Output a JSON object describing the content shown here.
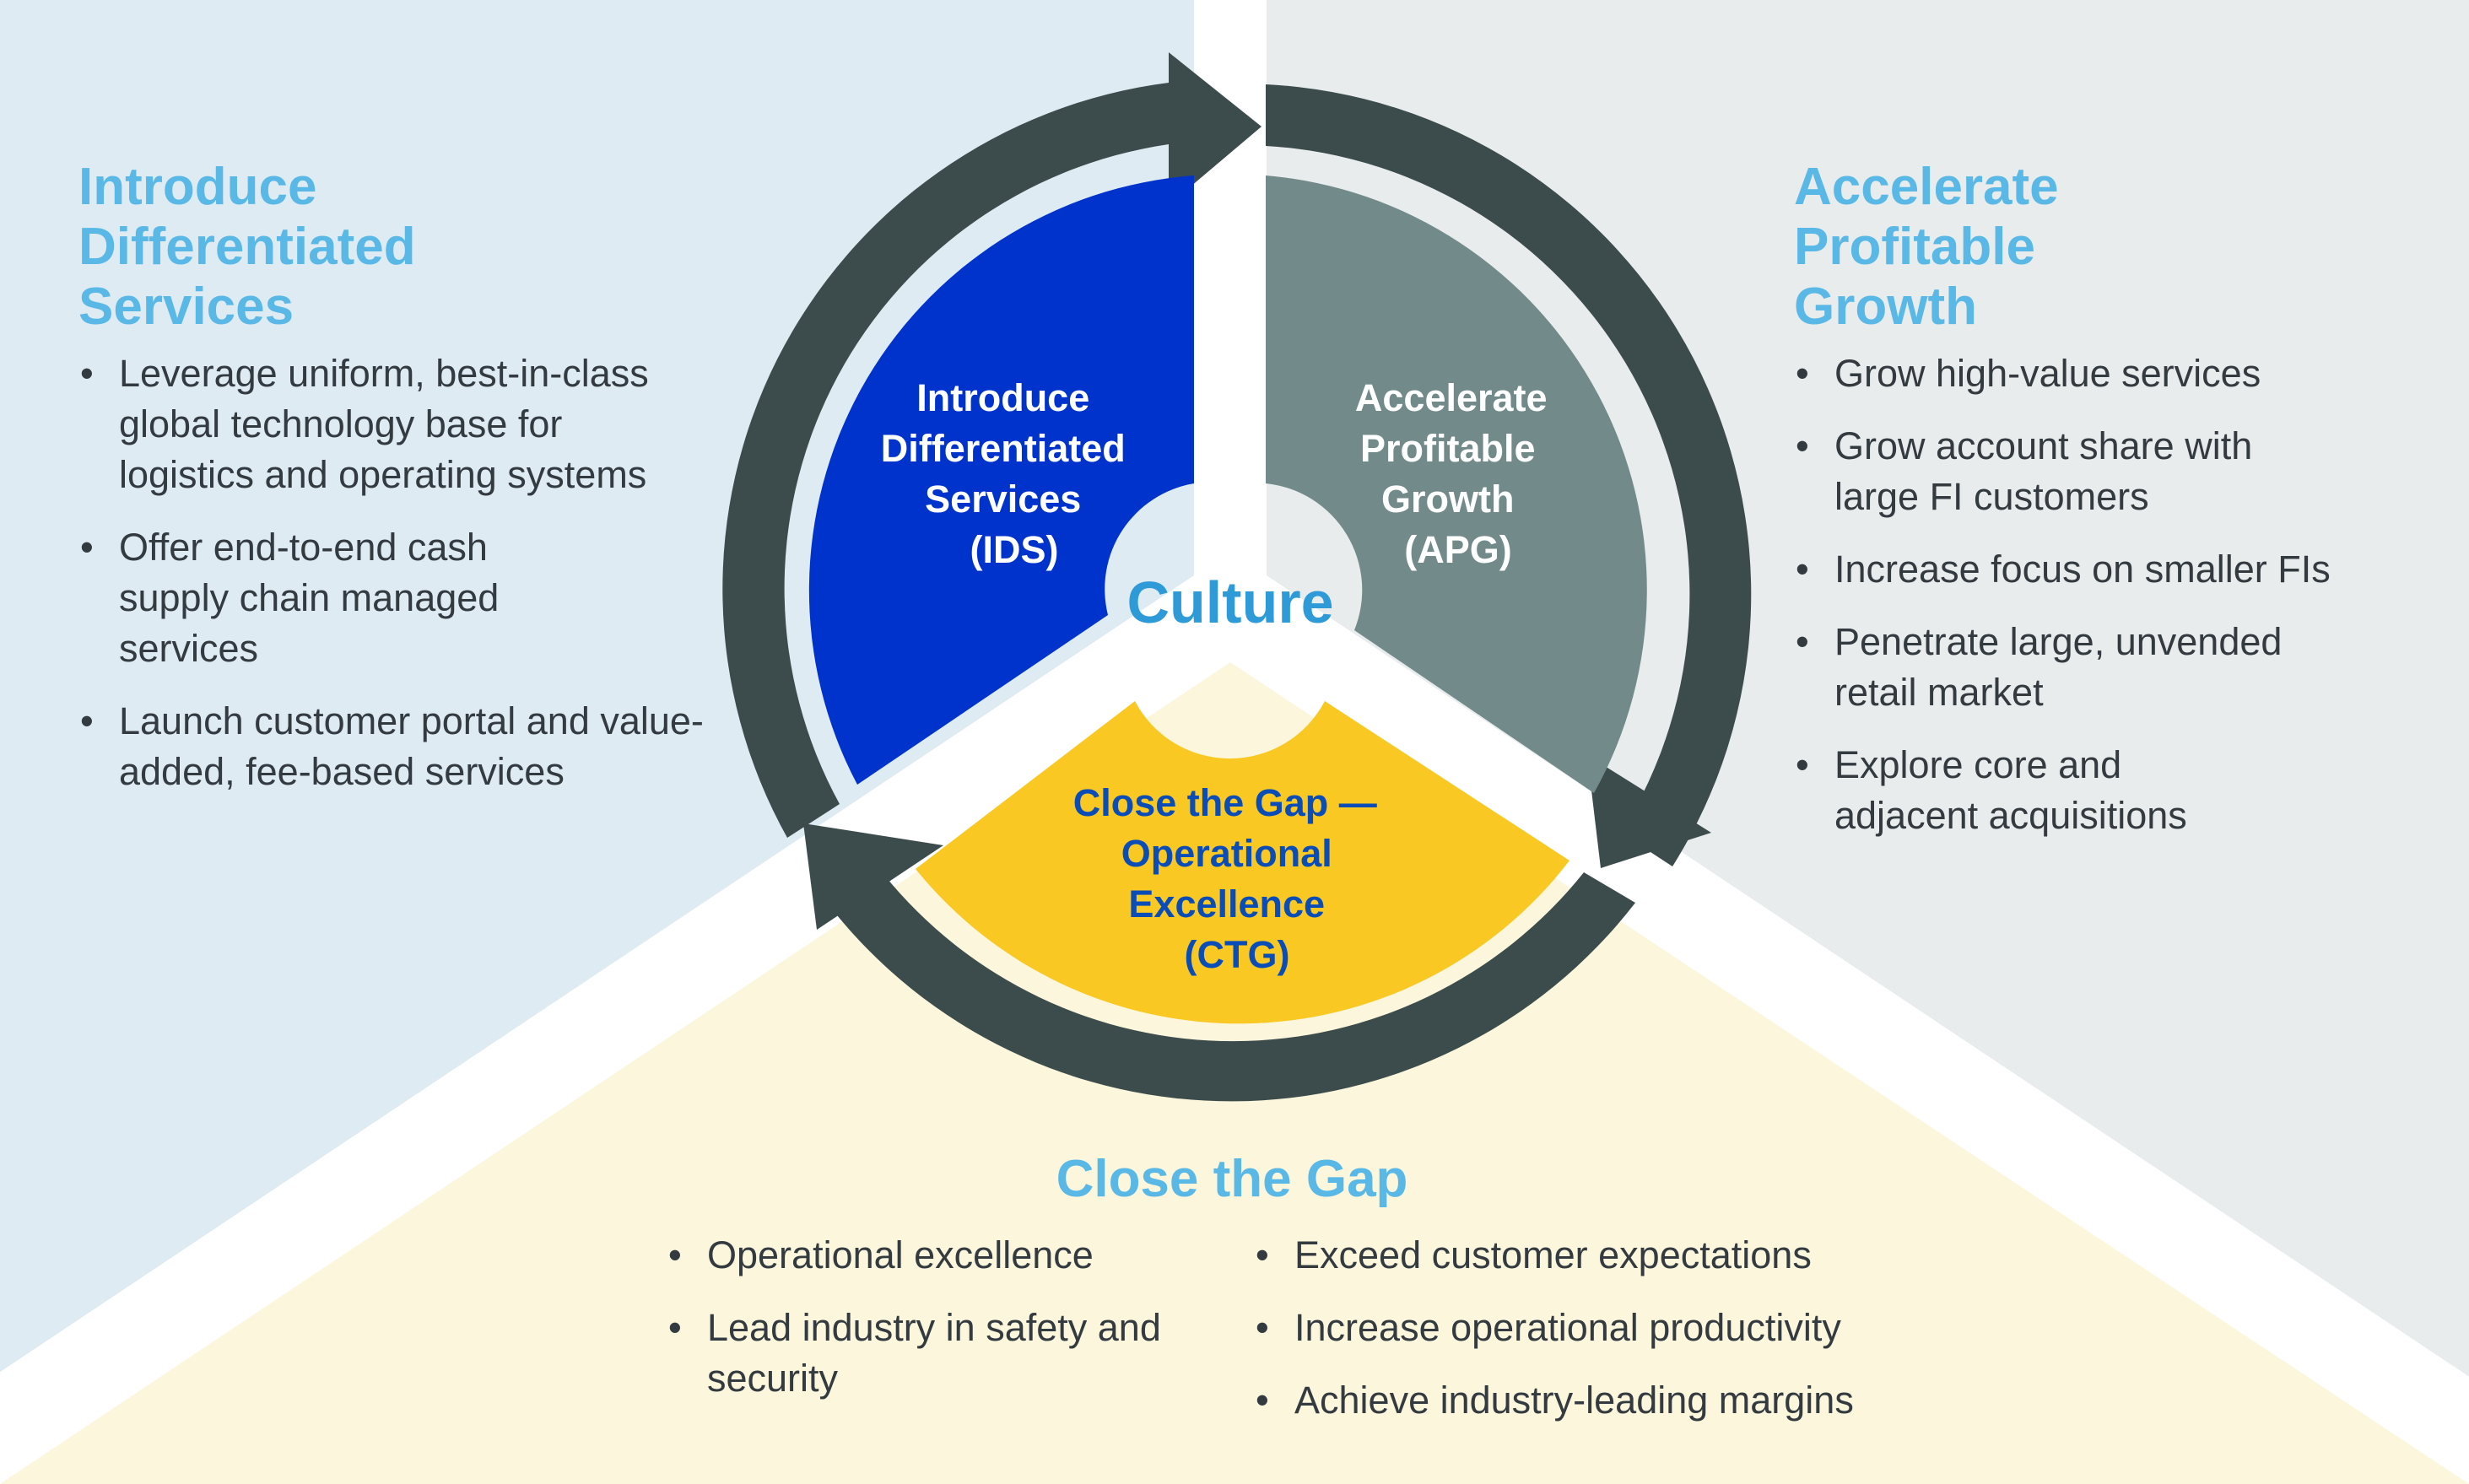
{
  "center": {
    "label": "Culture"
  },
  "left": {
    "heading": [
      "Introduce",
      "Differentiated",
      "Services"
    ],
    "bullets": [
      "Leverage uniform, best-in-class global technology base for logistics and operating systems",
      "Offer end-to-end cash supply chain managed services",
      "Launch customer portal and value-added, fee-based services"
    ]
  },
  "right": {
    "heading": [
      "Accelerate",
      "Profitable",
      "Growth"
    ],
    "bullets": [
      "Grow high-value services",
      "Grow account share with large FI customers",
      "Increase focus on smaller FIs",
      "Penetrate large, unvended retail market",
      "Explore core and adjacent acquisitions"
    ]
  },
  "bottom": {
    "heading": "Close the Gap",
    "bullets_left": [
      "Operational excellence",
      "Lead industry in safety and security"
    ],
    "bullets_right": [
      "Exceed customer expectations",
      "Increase operational productivity",
      "Achieve industry-leading margins"
    ]
  },
  "wheel": {
    "ids_lines": [
      "Introduce",
      "Differentiated",
      "Services",
      "(IDS)"
    ],
    "apg_lines": [
      "Accelerate",
      "Profitable",
      "Growth",
      "(APG)"
    ],
    "ctg_lines": [
      "Close the Gap —",
      "Operational",
      "Excellence",
      "(CTG)"
    ]
  },
  "colors": {
    "ids": "#0033cc",
    "apg": "#728a8a",
    "ctg": "#f9c823",
    "arrow": "#3c4b4b",
    "heading": "#5ab8e6",
    "body_text": "#333b40",
    "left_bg": "#deebf3",
    "right_bg": "#e8eced",
    "bottom_bg": "#fbf6dc"
  }
}
